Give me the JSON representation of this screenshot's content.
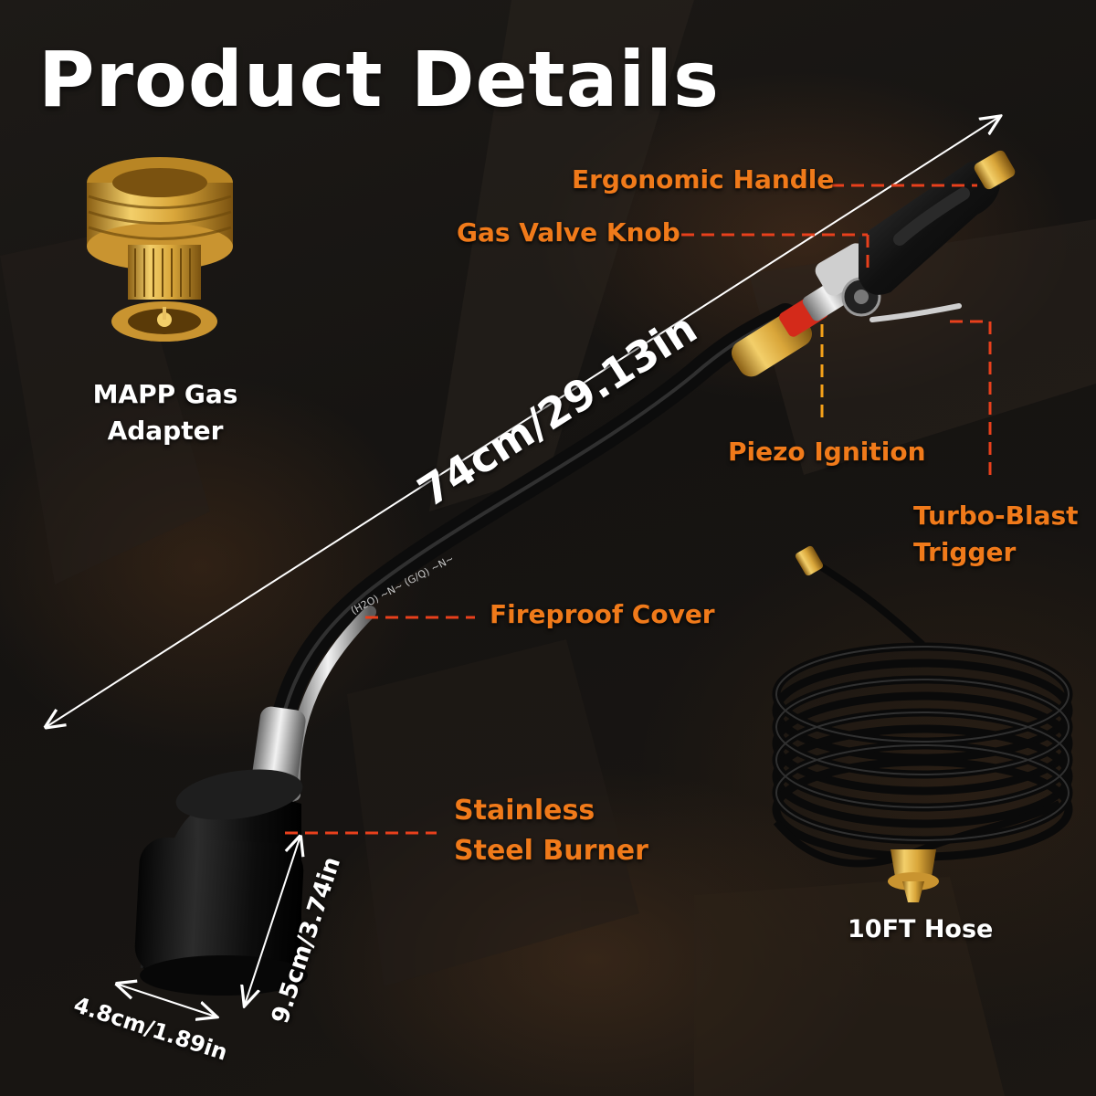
{
  "title": "Product Details",
  "adapter_label_line1": "MAPP Gas",
  "adapter_label_line2": "Adapter",
  "callouts": {
    "ergonomic_handle": "Ergonomic Handle",
    "gas_valve_knob": "Gas Valve Knob",
    "piezo_ignition": "Piezo Ignition",
    "turbo_blast_line1": "Turbo-Blast",
    "turbo_blast_line2": "Trigger",
    "fireproof_cover": "Fireproof Cover",
    "burner_line1": "Stainless",
    "burner_line2": "Steel Burner",
    "hose": "10FT Hose"
  },
  "dimensions": {
    "length": "74cm/29.13in",
    "burner_height": "9.5cm/3.74in",
    "burner_width": "4.8cm/1.89in"
  },
  "hose_markings": "(H2O) ~N~ (G/Q) ~N~",
  "colors": {
    "accent_orange": "#f07a1a",
    "leader_red": "#e8401c",
    "leader_yellow": "#f5a21a",
    "brass": "#d9a63a"
  }
}
